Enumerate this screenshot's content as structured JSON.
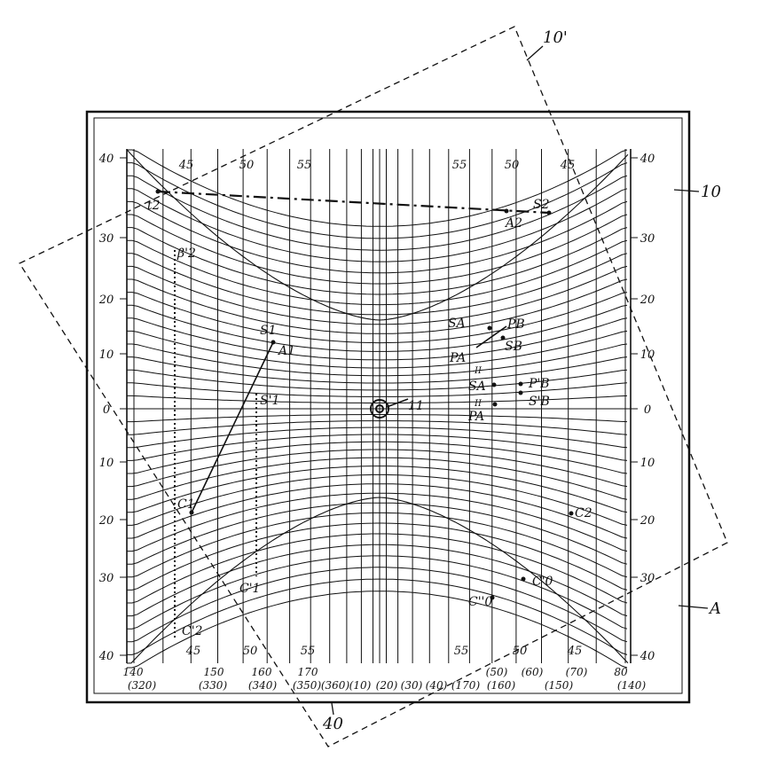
{
  "figure": {
    "left_scale": [
      "40",
      "30",
      "20",
      "10",
      "0",
      "10",
      "20",
      "30",
      "40"
    ],
    "right_scale": [
      "40",
      "30",
      "20",
      "10",
      "0",
      "10",
      "20",
      "30",
      "40"
    ],
    "bottom_scale_main": [
      "140",
      "150",
      "160",
      "170",
      "",
      "",
      "",
      "",
      "(50)",
      "(60)",
      "(70)",
      "80"
    ],
    "bottom_scale_sub": [
      "(320)",
      "(330)",
      "(340)",
      "(350)",
      "(360)",
      "(10)",
      "(20)",
      "(30)",
      "(40)",
      "(170)",
      "(160)",
      "(150)",
      "(140)"
    ],
    "curve_labels_top": [
      "45",
      "50",
      "55",
      "55",
      "50",
      "45"
    ],
    "curve_labels_bottom": [
      "45",
      "50",
      "55",
      "55",
      "50",
      "45"
    ],
    "reference_numerals": {
      "overlay": "10'",
      "frame": "10",
      "sheet": "A",
      "base": "40",
      "center": "11"
    },
    "points": {
      "t2": "t2",
      "s2": "S2",
      "a2": "A2",
      "b2": "β'2",
      "s1": "S1",
      "a1": "A1",
      "s1p": "S'1",
      "c1": "C1",
      "c1p": "C'1",
      "c2p": "C'2",
      "sa": "SA",
      "pb": "PB",
      "sb": "SB",
      "pa": "PA",
      "sa2": "SA",
      "sa2_sup": "II",
      "pb2": "P'B",
      "sb2": "S'B",
      "pa2": "PA",
      "pa2_sup": "II",
      "c0": "C'0",
      "c0pp": "C''0",
      "cc": "C2"
    }
  }
}
